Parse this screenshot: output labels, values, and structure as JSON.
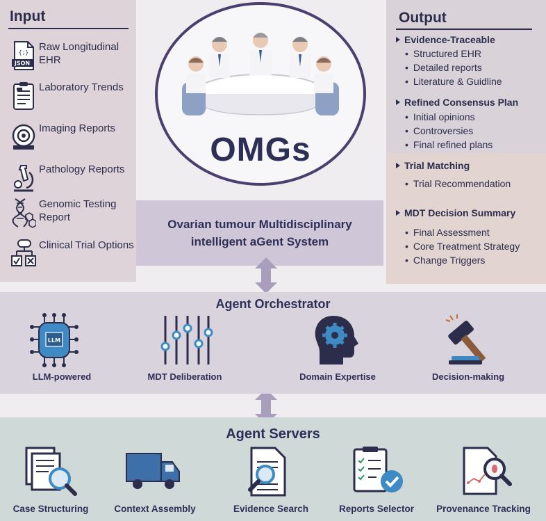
{
  "input": {
    "title": "Input",
    "items": [
      {
        "icon": "json-file-icon",
        "label": "Raw Longitudinal EHR"
      },
      {
        "icon": "clipboard-icon",
        "label": "Laboratory Trends"
      },
      {
        "icon": "scanner-icon",
        "label": "Imaging Reports"
      },
      {
        "icon": "microscope-icon",
        "label": "Pathology Reports"
      },
      {
        "icon": "dna-icon",
        "label": "Genomic Testing Report"
      },
      {
        "icon": "checklist-icon",
        "label": "Clinical Trial Options"
      }
    ],
    "json_badge": "JSON",
    "json_glyph": "{;}"
  },
  "center": {
    "title": "OMGs",
    "subtitle_line1": "Ovarian tumour Multidisciplinary",
    "subtitle_line2": "intelligent aGent System"
  },
  "output": {
    "title": "Output",
    "sections": [
      {
        "heading": "Evidence-Traceable",
        "bullets": [
          "Structured EHR",
          "Detailed reports",
          "Literature & Guidline"
        ]
      },
      {
        "heading": "Refined Consensus Plan",
        "bullets": [
          "Initial opinions",
          "Controversies",
          "Final refined plans"
        ]
      },
      {
        "heading": "Trial Matching",
        "bullets": [
          "Trial Recommendation"
        ]
      },
      {
        "heading": "MDT Decision Summary",
        "bullets": [
          "Final Assessment",
          "Core Treatment Strategy",
          "Change Triggers"
        ]
      }
    ]
  },
  "orchestrator": {
    "title": "Agent Orchestrator",
    "items": [
      {
        "icon": "llm-chip-icon",
        "label": "LLM-powered",
        "chip_text": "LLM"
      },
      {
        "icon": "sliders-icon",
        "label": "MDT Deliberation"
      },
      {
        "icon": "head-gear-icon",
        "label": "Domain Expertise"
      },
      {
        "icon": "gavel-icon",
        "label": "Decision-making"
      }
    ]
  },
  "servers": {
    "title": "Agent Servers",
    "items": [
      {
        "icon": "document-magnifier-icon",
        "label": "Case Structuring"
      },
      {
        "icon": "truck-icon",
        "label": "Context Assembly"
      },
      {
        "icon": "search-document-icon",
        "label": "Evidence Search"
      },
      {
        "icon": "checklist-check-icon",
        "label": "Reports Selector"
      },
      {
        "icon": "footprint-magnifier-icon",
        "label": "Provenance Tracking"
      }
    ]
  },
  "colors": {
    "navy": "#2e2f56",
    "panel": "#ddd3d8",
    "orchestrator_band": "#d9d3de",
    "servers_band": "#cfd9d7",
    "accent_blue": "#3d8ac4",
    "arrow": "#a99fbd"
  }
}
